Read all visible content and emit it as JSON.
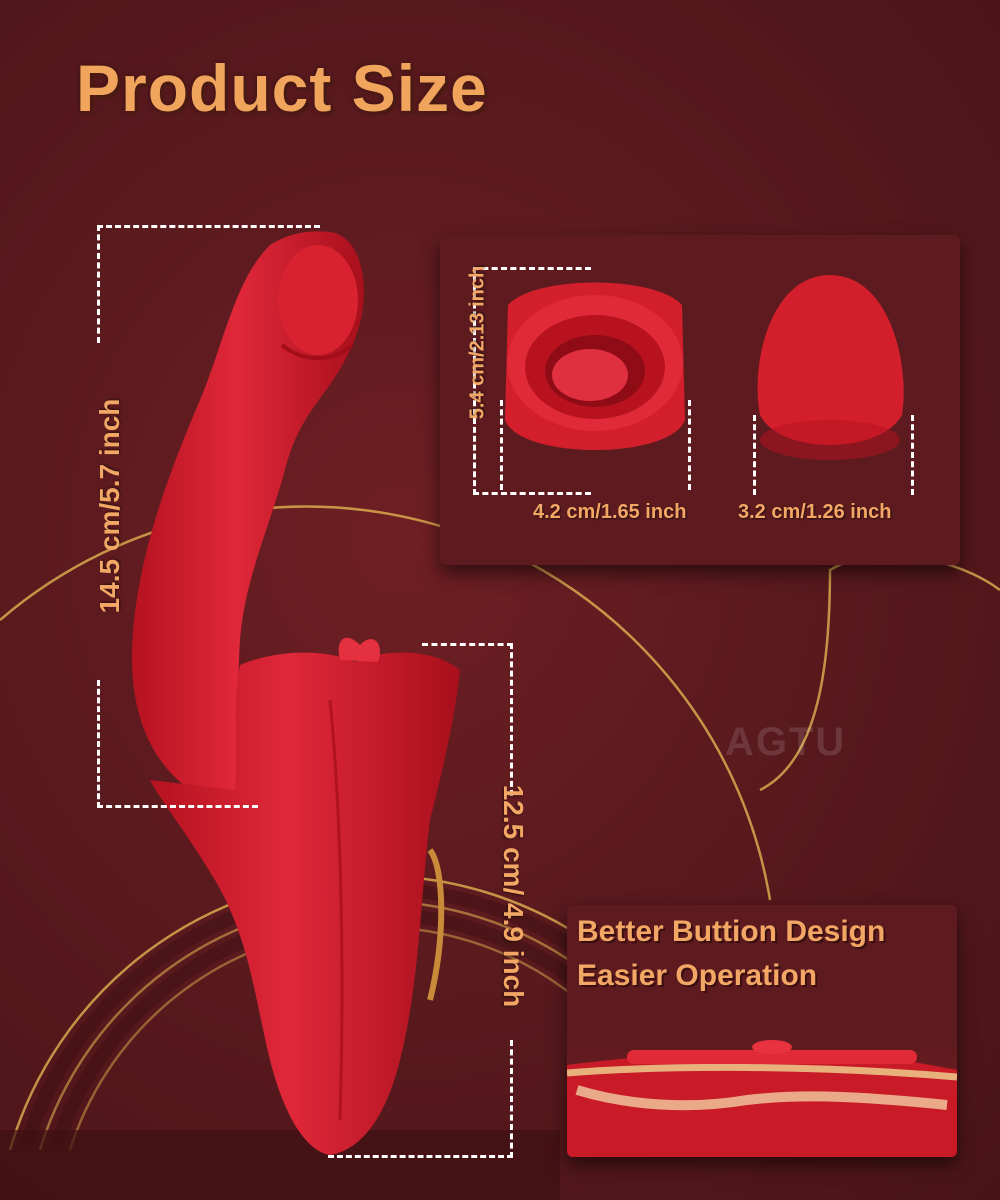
{
  "title": "Product Size",
  "watermark": "AGTU",
  "dimensions": {
    "main_length": "14.5 cm/5.7 inch",
    "rose_length": "12.5 cm/ 4.9 inch",
    "cup_height": "5.4 cm/2.13 inch",
    "cup_width": "4.2 cm/1.65 inch",
    "tip_width": "3.2 cm/1.26 inch"
  },
  "feature_panel": {
    "line1": "Better Buttion Design",
    "line2": "Easier Operation"
  },
  "colors": {
    "background": "#5a1a1e",
    "accent_text": "#f2a765",
    "product_red": "#d21f2b",
    "gold_line": "#d9a94f"
  }
}
